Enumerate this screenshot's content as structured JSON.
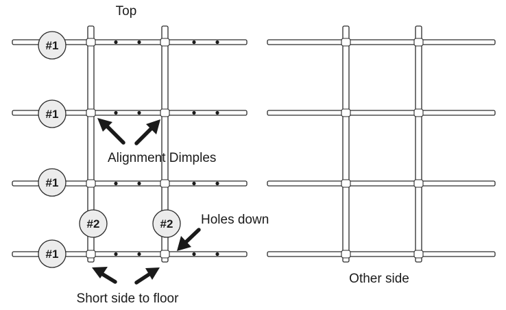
{
  "labels": {
    "top": "Top",
    "alignment_dimples": "Alignment Dimples",
    "holes_down": "Holes down",
    "short_side": "Short side to floor",
    "other_side": "Other side"
  },
  "badges": {
    "rail": "#1",
    "post": "#2"
  },
  "colors": {
    "line": "#2a2a2a",
    "badge_fill": "#ececec",
    "arrow": "#1a1a1a"
  }
}
